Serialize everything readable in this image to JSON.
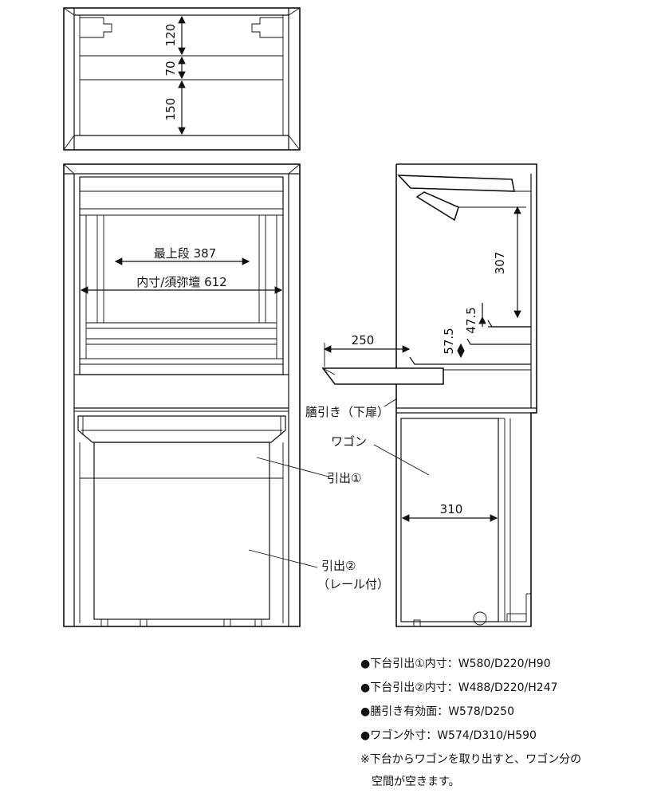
{
  "diagram": {
    "top_view_dims": {
      "d1": "120",
      "d2": "70",
      "d3": "150"
    },
    "front_view_dims": {
      "top_tier_label": "最上段 387",
      "inner_label": "内寸/須弥壇 612"
    },
    "side_view_dims": {
      "d307": "307",
      "d475": "47.5",
      "d575": "57.5",
      "d250": "250",
      "d310": "310"
    },
    "labels": {
      "tray": "膳引き（下扉）",
      "wagon": "ワゴン",
      "drawer1": "引出①",
      "drawer2": "引出②",
      "drawer2_sub": "（レール付）"
    }
  },
  "specs": [
    "●下台引出①内寸：W580/D220/H90",
    "●下台引出②内寸：W488/D220/H247",
    "●膳引き有効面：W578/D250",
    "●ワゴン外寸：W574/D310/H590",
    "※下台からワゴンを取り出すと、ワゴン分の",
    "　空間が空きます。"
  ]
}
